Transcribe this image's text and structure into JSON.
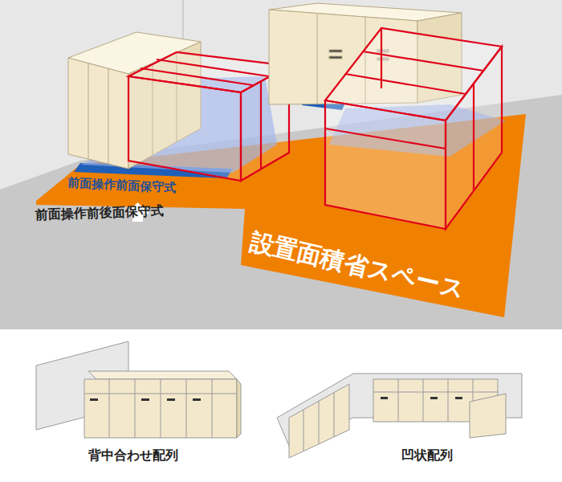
{
  "diagram": {
    "labels": [
      "前面操作前面保守式",
      "前面操作前後面保守式",
      "設置面積省スペース",
      "背中合わせ配列",
      "凹状配列"
    ]
  }
}
